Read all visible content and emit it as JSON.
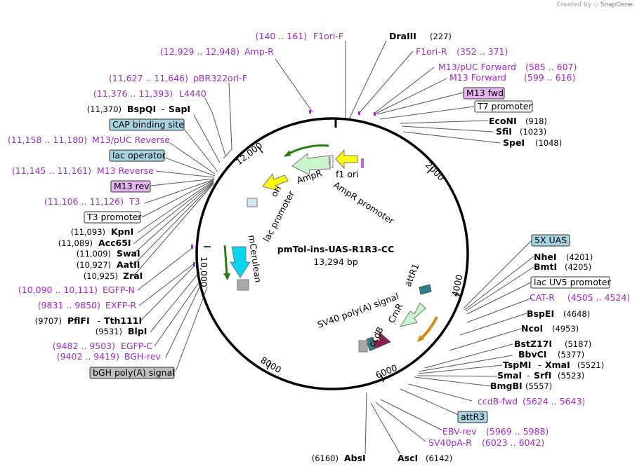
{
  "watermark": {
    "created_by": "Created by",
    "brand": "SnapGene"
  },
  "plasmid": {
    "name": "pmTol-ins-UAS-R1R3-CC",
    "size": "13,294 bp"
  },
  "ticks": [
    "2000",
    "4000",
    "6000",
    "8000",
    "10,000",
    "12,000"
  ],
  "inner_labels": {
    "f1_ori": "f1 ori",
    "ampr_promoter": "AmpR promoter",
    "ampr": "AmpR",
    "ori": "ori",
    "lac_promoter": "lac promoter",
    "mcerulean": "mCerulean",
    "attr1": "attR1",
    "cmr": "CmR",
    "ccdb": "ccdB",
    "sv40_polya": "SV40 poly(A) signal"
  },
  "labels": {
    "f1ori_f": {
      "coord": "(140 .. 161)",
      "name": "F1ori-F"
    },
    "amp_r": {
      "coord": "(12,929 .. 12,948)",
      "name": "Amp-R"
    },
    "dra3": {
      "name": "DraIII",
      "coord": "(227)"
    },
    "f1ori_r": {
      "name": "F1ori-R",
      "coord": "(352 .. 371)"
    },
    "m13_puc_fwd": {
      "name": "M13/pUC Forward",
      "coord": "(585 .. 607)"
    },
    "m13_forward": {
      "name": "M13 Forward",
      "coord": "(599 .. 616)"
    },
    "m13_fwd": {
      "name": "M13 fwd"
    },
    "t7_promoter": {
      "name": "T7 promoter"
    },
    "econi": {
      "name": "EcoNI",
      "coord": "(918)"
    },
    "sfii": {
      "name": "SfiI",
      "coord": "(1023)"
    },
    "spei": {
      "name": "SpeI",
      "coord": "(1048)"
    },
    "pbr322ori_f": {
      "coord": "(11,627 .. 11,646)",
      "name": "pBR322ori-F"
    },
    "l4440": {
      "coord": "(11,376 .. 11,393)",
      "name": "L4440"
    },
    "bspqi": {
      "coord": "(11,370)",
      "name": "BspQI",
      "name2": "SapI",
      "sep": "-"
    },
    "cap": {
      "name": "CAP binding site"
    },
    "m13_puc_rev": {
      "coord": "(11,158 .. 11,180)",
      "name": "M13/pUC Reverse"
    },
    "lac_operator": {
      "name": "lac operator"
    },
    "m13_reverse": {
      "coord": "(11,145 .. 11,161)",
      "name": "M13 Reverse"
    },
    "m13_rev": {
      "name": "M13 rev"
    },
    "t3": {
      "coord": "(11,106 .. 11,126)",
      "name": "T3"
    },
    "t3_promoter": {
      "name": "T3 promoter"
    },
    "kpni": {
      "coord": "(11,093)",
      "name": "KpnI"
    },
    "acc65i": {
      "coord": "(11,089)",
      "name": "Acc65I"
    },
    "swai": {
      "coord": "(11,009)",
      "name": "SwaI"
    },
    "aatii": {
      "coord": "(10,927)",
      "name": "AatII"
    },
    "zrai": {
      "coord": "(10,925)",
      "name": "ZraI"
    },
    "egfp_n": {
      "coord": "(10,090 .. 10,111)",
      "name": "EGFP-N"
    },
    "exfp_r": {
      "coord": "(9831 .. 9850)",
      "name": "EXFP-R"
    },
    "pflfi": {
      "coord": "(9707)",
      "name": "PflFI",
      "name2": "Tth111I",
      "sep": "-"
    },
    "blpi": {
      "coord": "(9531)",
      "name": "BlpI"
    },
    "egfp_c": {
      "coord": "(9482 .. 9503)",
      "name": "EGFP-C"
    },
    "bgh_rev": {
      "coord": "(9402 .. 9419)",
      "name": "BGH-rev"
    },
    "bgh_polya": {
      "name": "bGH poly(A) signal"
    },
    "uas5": {
      "name": "5X UAS"
    },
    "nhei": {
      "name": "NheI",
      "coord": "(4201)"
    },
    "bmti": {
      "name": "BmtI",
      "coord": "(4205)"
    },
    "lacuv5": {
      "name": "lac UV5 promoter"
    },
    "cat_r": {
      "name": "CAT-R",
      "coord": "(4505 .. 4524)"
    },
    "bspei": {
      "name": "BspEI",
      "coord": "(4648)"
    },
    "ncoi": {
      "name": "NcoI",
      "coord": "(4953)"
    },
    "bstz17i": {
      "name": "BstZ17I",
      "coord": "(5187)"
    },
    "bbvci": {
      "name": "BbvCI",
      "coord": "(5377)"
    },
    "tspmi": {
      "name": "TspMI",
      "name2": "XmaI",
      "sep": "-",
      "coord": "(5521)"
    },
    "smai": {
      "name": "SmaI",
      "name2": "SrfI",
      "sep": "-",
      "coord": "(5523)"
    },
    "bmgbi": {
      "name": "BmgBI",
      "coord": "(5557)"
    },
    "ccdb_fwd": {
      "name": "ccdB-fwd",
      "coord": "(5624 .. 5643)"
    },
    "attr3": {
      "name": "attR3"
    },
    "ebv_rev": {
      "name": "EBV-rev",
      "coord": "(5969 .. 5988)"
    },
    "sv40pa_r": {
      "name": "SV40pA-R",
      "coord": "(6023 .. 6042)"
    },
    "absi": {
      "coord": "(6160)",
      "name": "AbsI"
    },
    "asci": {
      "name": "AscI",
      "coord": "(6142)"
    }
  },
  "colors": {
    "primer": "#9d2cc8",
    "backbone": "#000000",
    "ampr": "#cbf5cb",
    "ori": "#ffff00",
    "f1ori": "#ffff00",
    "mcerulean": "#00d6ef",
    "attr": "#2e7e8c",
    "ccdb": "#8b1f4f",
    "promoter_box": "#ffffff",
    "cap_box": "#a8d3e0",
    "m13_box": "#e5b5f0",
    "polya_box": "#bfbfbf"
  }
}
